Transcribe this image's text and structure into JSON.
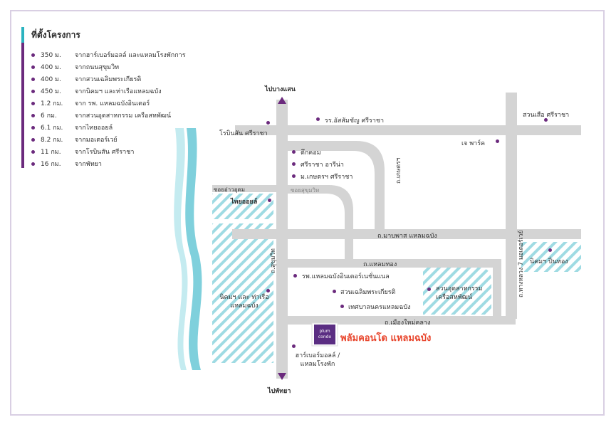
{
  "legend": {
    "title": "ที่ตั้งโครงการ",
    "items": [
      {
        "dist": "350 ม.",
        "text": "จากฮาร์เบอร์มอลล์ และแหลมโรงพักการ"
      },
      {
        "dist": "400 ม.",
        "text": "จากถนนสุขุมวิท"
      },
      {
        "dist": "400 ม.",
        "text": "จากสวนเฉลิมพระเกียรติ"
      },
      {
        "dist": "450 ม.",
        "text": "จากนิคมฯ และท่าเรือแหลมฉบัง"
      },
      {
        "dist": "1.2 กม.",
        "text": "จาก รพ. แหลมฉบังอินเตอร์"
      },
      {
        "dist": "6 กม.",
        "text": "จากสวนอุตสาหกรรม เครือสหพัฒน์"
      },
      {
        "dist": "6.1 กม.",
        "text": "จากไทยออยล์"
      },
      {
        "dist": "8.2 กม.",
        "text": "จากมอเตอร์เวย์"
      },
      {
        "dist": "11 กม.",
        "text": "จากโรบินสัน ศรีราชา"
      },
      {
        "dist": "16 กม.",
        "text": "จากพัทยา"
      }
    ]
  },
  "map": {
    "to_bangsaen": "ไปบางแสน",
    "to_pattaya": "ไปพัทยา",
    "robinson": "โรบินสัน ศรีราชา",
    "school": "รร.อัสสัมชัญ ศรีราชา",
    "suanson": "สวนเสือ ศรีราชา",
    "jpark": "เจ พาร์ค",
    "tukcom": "ตึกคอม",
    "sriracha_arena": "ศรีราชา อารีน่า",
    "kasetsart": "ม.เกษตรฯ ศรีราชา",
    "soi_ao_udom": "ซอยอ่าวอุดม",
    "soi_sukhumvit": "ซอยสุขุมวิท",
    "thaioil": "ไทยออยล์",
    "road_kasetsin": "ถ.เกษตรฯ",
    "road_motorway": "ถ.ทางหลวง 7 มอเตอร์เวย์",
    "road_laemchabang_inner": "ถ.มาบพาส แหลมฉบัง",
    "road_laemthong": "ถ.แหลมทอง",
    "road_sukhumvit": "ถ.สุขุมวิท",
    "road_muang_mai": "ถ.เมืองใหม่คลาง",
    "nikom_pinthong": "นิคมฯ ปิ่นทอง",
    "hospital": "รพ.แหลมฉบังอินเตอร์เนชั่นแนล",
    "park": "สวนเฉลิมพระเกียรติ",
    "municipality": "เทศบาลนครแหลมฉบัง",
    "industrial_park": "สวนอุตสาหกรรม เครือสหพัฒน์",
    "nikom_port": "นิคมฯ และ ท่าเรือ แหลมฉบัง",
    "harbor_mall": "ฮาร์เบอร์มอลล์ / แหลมโรงพัก",
    "project_logo": "plum condo",
    "project_name": "พลัมคอนโด แหลมฉบัง"
  },
  "colors": {
    "road": "#d4d4d4",
    "sea": "#7fd0dc",
    "zone_hatch": "#8fd6df",
    "accent_purple": "#6b2a7d",
    "project_red": "#e8452c",
    "frame": "#d9cfe3"
  }
}
